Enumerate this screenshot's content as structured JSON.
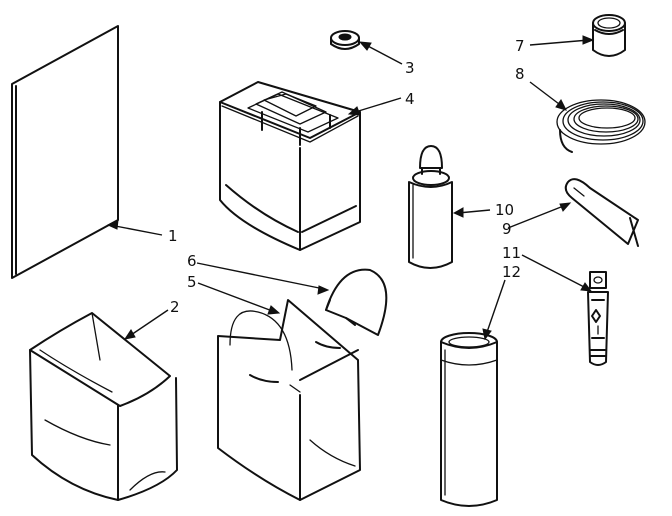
{
  "diagram": {
    "type": "exploded-parts-view",
    "callouts": [
      {
        "id": "c1",
        "label": "1"
      },
      {
        "id": "c2",
        "label": "2"
      },
      {
        "id": "c3",
        "label": "3"
      },
      {
        "id": "c4",
        "label": "4"
      },
      {
        "id": "c5",
        "label": "5"
      },
      {
        "id": "c6",
        "label": "6"
      },
      {
        "id": "c7",
        "label": "7"
      },
      {
        "id": "c8",
        "label": "8"
      },
      {
        "id": "c9",
        "label": "9"
      },
      {
        "id": "c10",
        "label": "10"
      },
      {
        "id": "c11",
        "label": "11"
      },
      {
        "id": "c12",
        "label": "12"
      }
    ]
  }
}
